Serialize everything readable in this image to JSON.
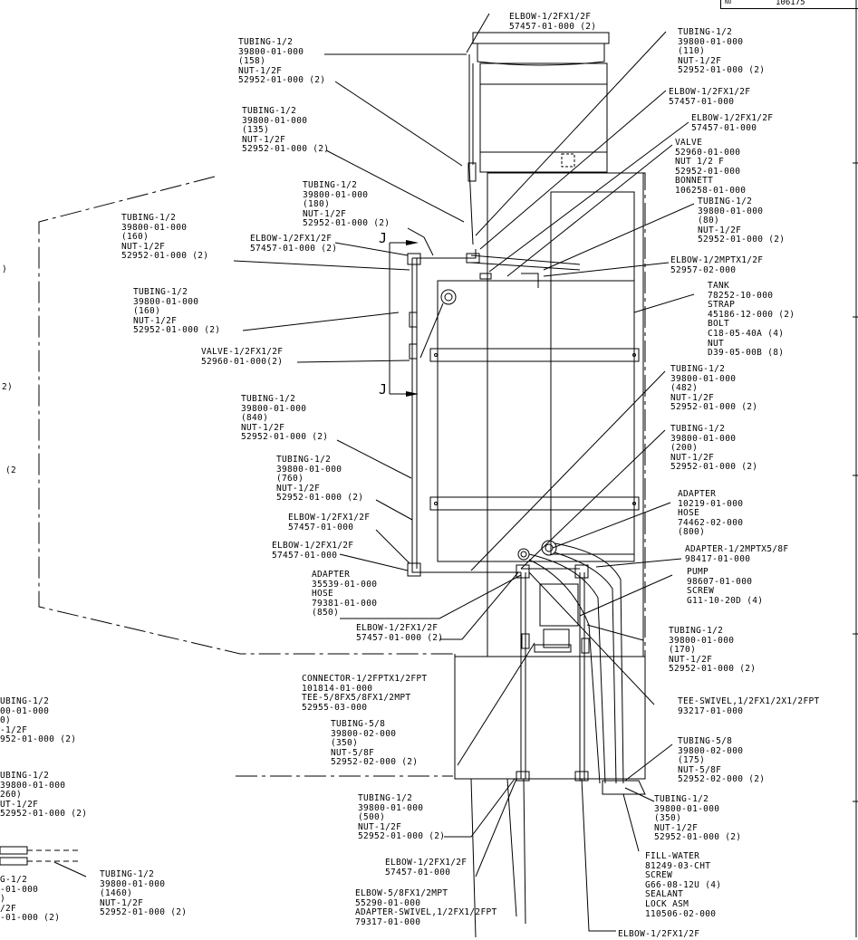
{
  "title_block": {
    "no_label": "NO",
    "drawing_number": "106175"
  },
  "callouts": [
    {
      "id": "c01",
      "lines": [
        "ELBOW-1/2FX1/2F",
        "57457-01-000 (2)"
      ]
    },
    {
      "id": "c02",
      "lines": [
        "TUBING-1/2",
        "39800-01-000",
        "(158)",
        "NUT-1/2F",
        "52952-01-000 (2)"
      ]
    },
    {
      "id": "c03",
      "lines": [
        "TUBING-1/2",
        "39800-01-000",
        "(135)",
        "NUT-1/2F",
        "52952-01-000 (2)"
      ]
    },
    {
      "id": "c04",
      "lines": [
        "TUBING-1/2",
        "39800-01-000",
        "(180)",
        "NUT-1/2F",
        "52952-01-000 (2)"
      ]
    },
    {
      "id": "c05",
      "lines": [
        "TUBING-1/2",
        "39800-01-000",
        "(160)",
        "NUT-1/2F",
        "52952-01-000 (2)"
      ]
    },
    {
      "id": "c06",
      "lines": [
        "ELBOW-1/2FX1/2F",
        "57457-01-000 (2)"
      ]
    },
    {
      "id": "c07",
      "lines": [
        "TUBING-1/2",
        "39800-01-000",
        "(160)",
        "NUT-1/2F",
        "52952-01-000 (2)"
      ]
    },
    {
      "id": "c08",
      "lines": [
        "VALVE-1/2FX1/2F",
        "52960-01-000(2)"
      ]
    },
    {
      "id": "c09",
      "lines": [
        "TUBING-1/2",
        "39800-01-000",
        "(840)",
        "NUT-1/2F",
        "52952-01-000 (2)"
      ]
    },
    {
      "id": "c10",
      "lines": [
        "TUBING-1/2",
        "39800-01-000",
        "(760)",
        "NUT-1/2F",
        "52952-01-000 (2)"
      ]
    },
    {
      "id": "c11",
      "lines": [
        "ELBOW-1/2FX1/2F",
        "57457-01-000"
      ]
    },
    {
      "id": "c12",
      "lines": [
        "ELBOW-1/2FX1/2F",
        "57457-01-000"
      ]
    },
    {
      "id": "c13",
      "lines": [
        "ADAPTER",
        "35539-01-000",
        "HOSE",
        "79381-01-000",
        "(850)"
      ]
    },
    {
      "id": "c14",
      "lines": [
        "ELBOW-1/2FX1/2F",
        "57457-01-000 (2)"
      ]
    },
    {
      "id": "c15",
      "lines": [
        "CONNECTOR-1/2FPTX1/2FPT",
        "101814-01-000",
        "TEE-5/8FX5/8FX1/2MPT",
        "52955-03-000"
      ]
    },
    {
      "id": "c16",
      "lines": [
        "TUBING-5/8",
        "39800-02-000",
        "(350)",
        "NUT-5/8F",
        "52952-02-000 (2)"
      ]
    },
    {
      "id": "c17",
      "lines": [
        "TUBING-1/2",
        "39800-01-000",
        "(500)",
        "NUT-1/2F",
        "52952-01-000 (2)"
      ]
    },
    {
      "id": "c18",
      "lines": [
        "ELBOW-1/2FX1/2F",
        "57457-01-000"
      ]
    },
    {
      "id": "c19",
      "lines": [
        "ELBOW-5/8FX1/2MPT",
        "55290-01-000",
        "ADAPTER-SWIVEL,1/2FX1/2FPT",
        "79317-01-000"
      ]
    },
    {
      "id": "c20",
      "lines": [
        "TUBING-1/2",
        "39800-01-000",
        "(1460)",
        "NUT-1/2F",
        "52952-01-000 (2)"
      ]
    },
    {
      "id": "c21",
      "lines": [
        "TUBING-1/2",
        "39800-01-000",
        "(110)",
        "NUT-1/2F",
        "52952-01-000 (2)"
      ]
    },
    {
      "id": "c22",
      "lines": [
        "ELBOW-1/2FX1/2F",
        "57457-01-000"
      ]
    },
    {
      "id": "c23",
      "lines": [
        "ELBOW-1/2FX1/2F",
        "57457-01-000"
      ]
    },
    {
      "id": "c24",
      "lines": [
        "VALVE",
        "52960-01-000",
        "NUT 1/2 F",
        "52952-01-000",
        "BONNETT",
        "106258-01-000"
      ]
    },
    {
      "id": "c25",
      "lines": [
        "TUBING-1/2",
        "39800-01-000",
        "(80)",
        "NUT-1/2F",
        "52952-01-000 (2)"
      ]
    },
    {
      "id": "c26",
      "lines": [
        "ELBOW-1/2MPTX1/2F",
        "52957-02-000"
      ]
    },
    {
      "id": "c27",
      "lines": [
        "TANK",
        "78252-10-000",
        "STRAP",
        "45186-12-000 (2)",
        "BOLT",
        "C18-05-40A (4)",
        "NUT",
        "D39-05-00B (8)"
      ]
    },
    {
      "id": "c28",
      "lines": [
        "TUBING-1/2",
        "39800-01-000",
        "(482)",
        "NUT-1/2F",
        "52952-01-000 (2)"
      ]
    },
    {
      "id": "c29",
      "lines": [
        "TUBING-1/2",
        "39800-01-000",
        "(200)",
        "NUT-1/2F",
        "52952-01-000 (2)"
      ]
    },
    {
      "id": "c30",
      "lines": [
        "ADAPTER",
        "10219-01-000",
        "HOSE",
        "74462-02-000",
        "(800)"
      ]
    },
    {
      "id": "c31",
      "lines": [
        "ADAPTER-1/2MPTX5/8F",
        "98417-01-000"
      ]
    },
    {
      "id": "c32",
      "lines": [
        "PUMP",
        "98607-01-000",
        "SCREW",
        "G11-10-20D (4)"
      ]
    },
    {
      "id": "c33",
      "lines": [
        "TUBING-1/2",
        "39800-01-000",
        "(170)",
        "NUT-1/2F",
        "52952-01-000 (2)"
      ]
    },
    {
      "id": "c34",
      "lines": [
        "TEE-SWIVEL,1/2FX1/2X1/2FPT",
        "93217-01-000"
      ]
    },
    {
      "id": "c35",
      "lines": [
        "TUBING-5/8",
        "39800-02-000",
        "(175)",
        "NUT-5/8F",
        "52952-02-000 (2)"
      ]
    },
    {
      "id": "c36",
      "lines": [
        "TUBING-1/2",
        "39800-01-000",
        "(350)",
        "NUT-1/2F",
        "52952-01-000 (2)"
      ]
    },
    {
      "id": "c37",
      "lines": [
        "FILL-WATER",
        "81249-03-CHT",
        "SCREW",
        "G66-08-12U (4)",
        "SEALANT",
        "LOCK ASM",
        "110506-02-000"
      ]
    },
    {
      "id": "c38",
      "lines": [
        "ELBOW-1/2FX1/2F"
      ]
    },
    {
      "id": "l01",
      "lines": [
        ")"
      ]
    },
    {
      "id": "l02",
      "lines": [
        "2)"
      ]
    },
    {
      "id": "l03",
      "lines": [
        "(2"
      ]
    },
    {
      "id": "l04",
      "lines": [
        "UBING-1/2",
        "00-01-000",
        "0)",
        "-1/2F",
        "952-01-000 (2)"
      ]
    },
    {
      "id": "l05",
      "lines": [
        "UBING-1/2",
        "39800-01-000",
        "260)",
        "UT-1/2F",
        "52952-01-000 (2)"
      ]
    },
    {
      "id": "l06",
      "lines": [
        "G-1/2",
        "-01-000",
        ")",
        "/2F",
        "-01-000 (2)"
      ]
    }
  ],
  "section_marks": [
    "J",
    "J"
  ]
}
